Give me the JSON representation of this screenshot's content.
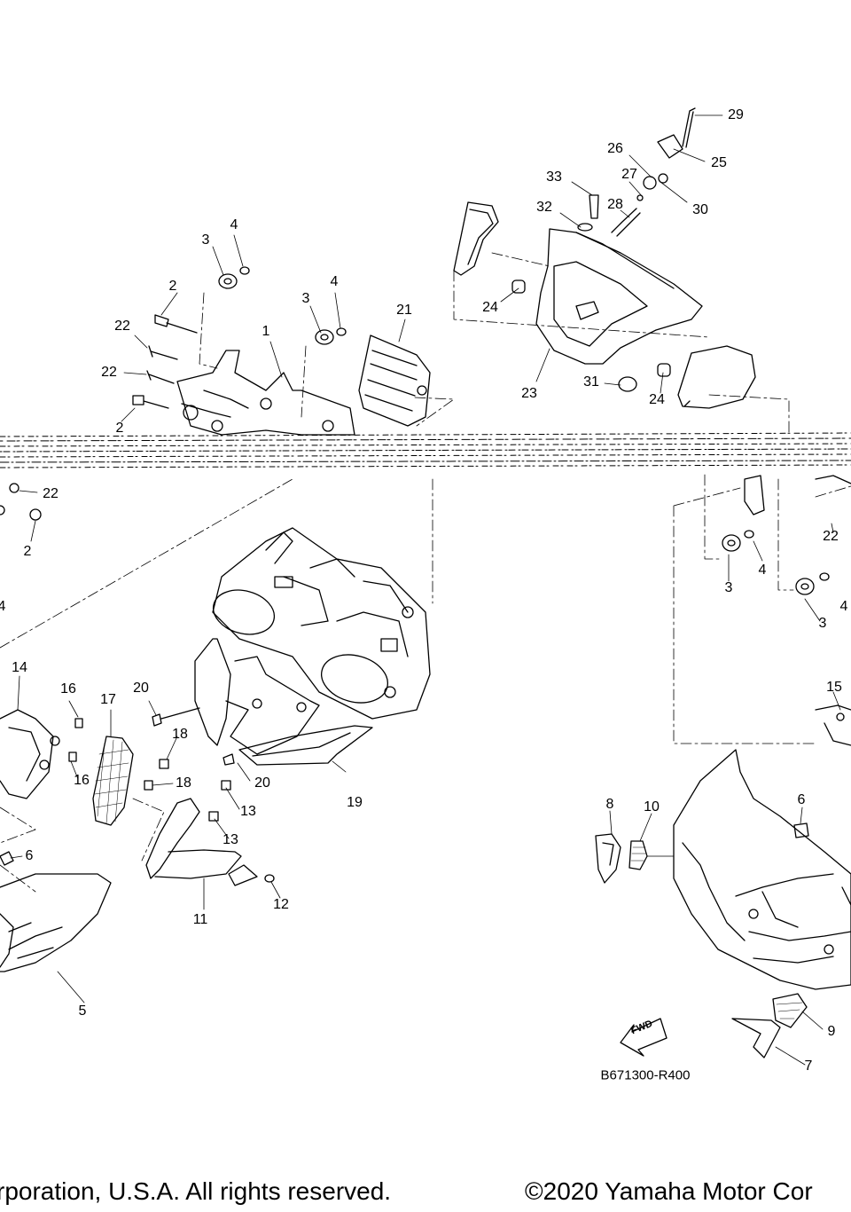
{
  "diagram": {
    "part_numbers": [
      "29",
      "26",
      "25",
      "33",
      "27",
      "30",
      "32",
      "28",
      "24",
      "31",
      "23",
      "21",
      "4",
      "3",
      "2",
      "22",
      "1",
      "14",
      "16",
      "17",
      "20",
      "18",
      "13",
      "11",
      "12",
      "19",
      "6",
      "5",
      "15",
      "8",
      "10",
      "9",
      "7"
    ],
    "drawing_code": "B671300-R400",
    "fwd_arrow_text": "FWD"
  },
  "footer": {
    "left_text": "rporation, U.S.A. All rights reserved.",
    "right_text": "©2020 Yamaha Motor Cor"
  }
}
